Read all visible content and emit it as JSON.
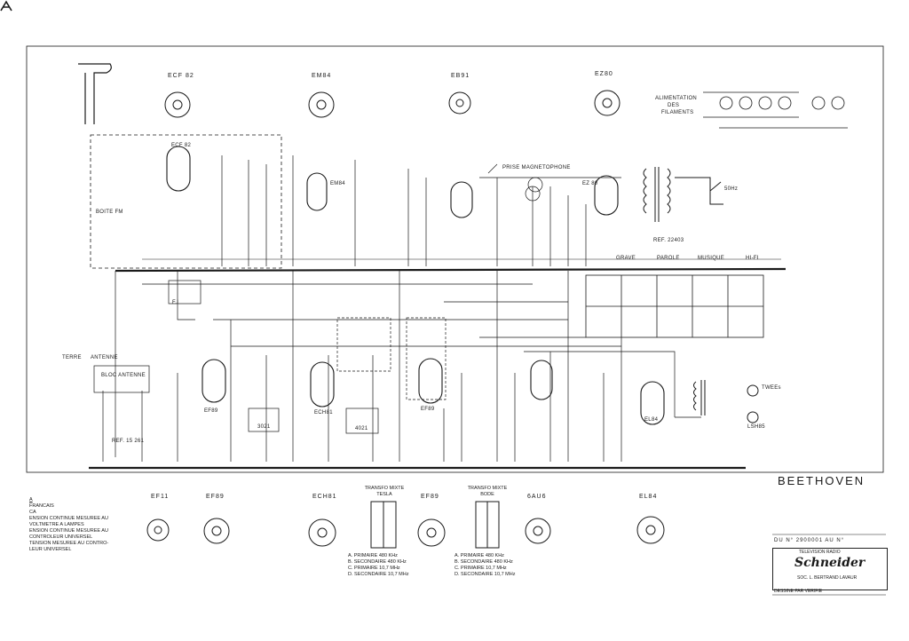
{
  "tubes_top": {
    "ecf82": "ECF 82",
    "em84": "EM84",
    "eb91": "EB91",
    "ez80": "EZ80"
  },
  "alimentation": [
    "ALIMENTATION",
    "DES",
    "FILAMENTS"
  ],
  "labels": {
    "boite_fm": "BOITE FM",
    "ecf82_mid": "ECF 82",
    "em84_mid": "EM84",
    "prise_magneto": "PRISE MAGNETOPHONE",
    "ez80_mid": "EZ 80",
    "freq": "50Hz",
    "ref_22403": "REF. 22403",
    "grave": "GRAVE",
    "parole": "PAROLE",
    "musique": "MUSIQUE",
    "hifi": "HI-FI",
    "terre": "TERRE",
    "antenne": "ANTENNE",
    "bloc_antenne": "BLOC ANTENNE",
    "ref_15261": "REF. 15 261",
    "fi": "F.I",
    "ef89_mid": "EF89",
    "ech81_mid": "ECH81",
    "ef89_mid2": "EF89",
    "ref_3021": "3021",
    "ref_4021": "4021",
    "el84_mid": "EL84",
    "hp_label": "LSH85",
    "tweeters": "TWEEs"
  },
  "title": "BEETHOVEN",
  "notes": [
    "A",
    "FRANCAIS",
    "CA",
    "ENSION CONTINUE MESUREE AU",
    "VOLTMETRE A LAMPES",
    "ENSION CONTINUE MESUREE AU",
    "CONTROLEUR UNIVERSEL",
    "TENSION MESUREE AU CONTRO-",
    "LEUR UNIVERSEL"
  ],
  "tubes_bottom": {
    "ef11": "EF11",
    "ef89": "EF89",
    "ech81": "ECH81",
    "ef89b": "EF89",
    "ea416": "6AU6",
    "el84": "EL84"
  },
  "xfmr_a": {
    "title": [
      "TRANSFO MIXTE",
      "TESLA"
    ],
    "rows": [
      "A. PRIMAIRE   480 KHz",
      "B. SECONDAIRE  480 KHz",
      "C. PRIMAIRE    10,7 MHz",
      "D. SECONDAIRE  10,7 MHz"
    ]
  },
  "xfmr_b": {
    "title": [
      "TRANSFO MIXTE",
      "BODE"
    ],
    "rows": [
      "A. PRIMAIRE   480 KHz",
      "B. SECONDAIRE  480 KHz",
      "C. PRIMAIRE    10,7 MHz",
      "D. SECONDAIRE  10,7 MHz"
    ]
  },
  "titleblock": {
    "number": "DU N° 2900001  AU N°",
    "top": "TELEVISION   RADIO",
    "brand": "Schneider",
    "address": "SOC. L. BERTRAND   LAVAUR",
    "bottom": "DESSINE PAR    VERIFIE"
  },
  "colors": {
    "ink": "#1a1a1a",
    "paper": "#ffffff"
  }
}
